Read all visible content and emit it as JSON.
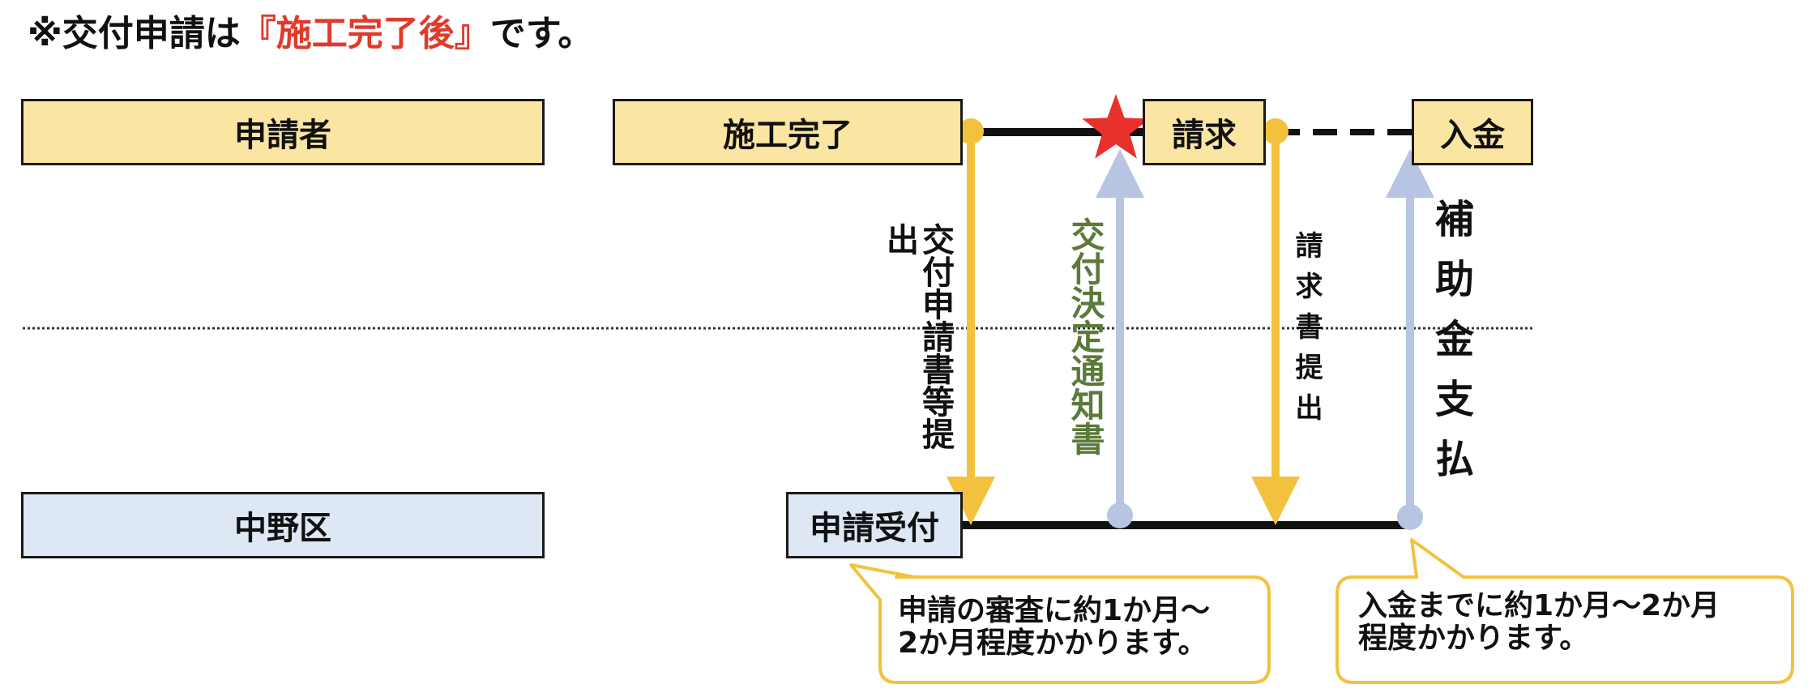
{
  "header_note": {
    "prefix": "※交付申請は",
    "highlight": "『施工完了後』",
    "suffix": "です。"
  },
  "lanes": {
    "applicant": "申請者",
    "ward": "中野区"
  },
  "steps": {
    "construction_complete": "施工完了",
    "invoice": "請求",
    "deposit": "入金",
    "application_received": "申請受付"
  },
  "flows": {
    "submit_application": "交付申請書等提出",
    "decision_notice": "交付決定通知書",
    "invoice_submission": "請求書提出",
    "subsidy_payment": "補助金支払"
  },
  "callouts": {
    "review": {
      "line1": "申請の審査に約1か月～",
      "line2": "2か月程度かかります。"
    },
    "payment": {
      "line1": "入金までに約1か月～2か月",
      "line2": "程度かかります。"
    }
  },
  "colors": {
    "applicant_fill": "#fbe5a3",
    "ward_fill": "#dde8f4",
    "down_arrow": "#f2c23e",
    "up_arrow": "#b7c5e2",
    "star": "#e8312c",
    "callout_border": "#f2c23e",
    "highlight_text": "#e03a2c",
    "notice_text": "#5a7a3a"
  }
}
